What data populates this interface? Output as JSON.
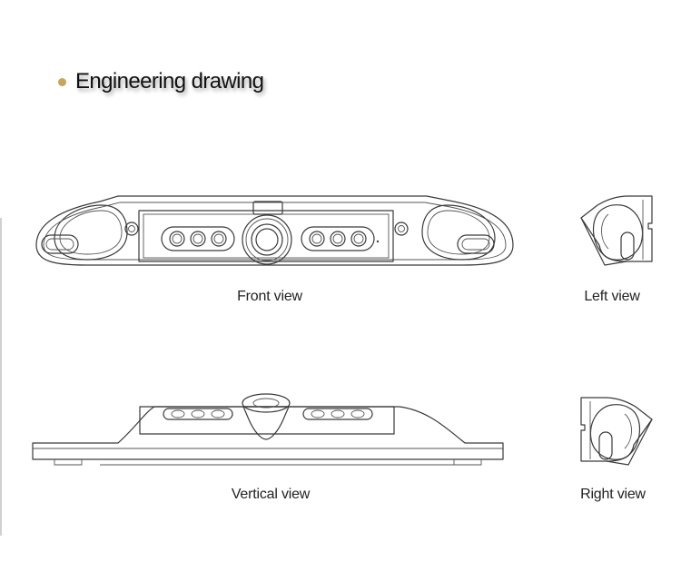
{
  "heading": {
    "text": "Engineering drawing",
    "bullet_color": "#c9a45c"
  },
  "views": {
    "front": "Front view",
    "left": "Left view",
    "vertical": "Vertical view",
    "right": "Right view"
  }
}
